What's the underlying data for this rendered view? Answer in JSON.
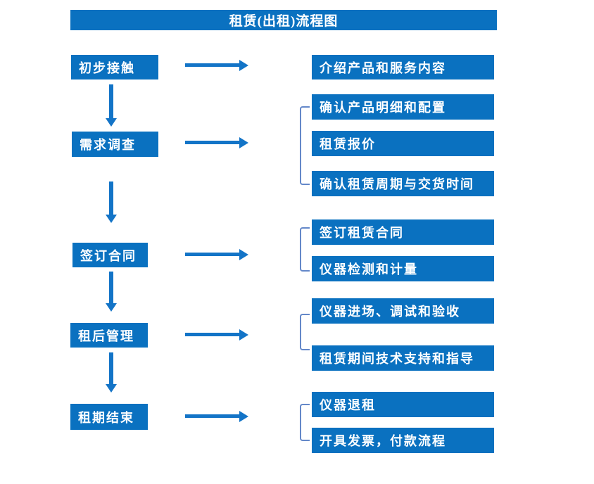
{
  "title": "租赁(出租)流程图",
  "colors": {
    "box_blue": "#0a71c0",
    "arrow_blue": "#1374c7",
    "bracket_blue": "#6488c9",
    "text_white": "#ffffff"
  },
  "steps": [
    {
      "label": "初步接触",
      "details": [
        "介绍产品和服务内容"
      ]
    },
    {
      "label": "需求调查",
      "details": [
        "确认产品明细和配置",
        "租赁报价",
        "确认租赁周期与交货时间"
      ]
    },
    {
      "label": "签订合同",
      "details": [
        "签订租赁合同",
        "仪器检测和计量"
      ]
    },
    {
      "label": "租后管理",
      "details": [
        "仪器进场、调试和验收",
        "租赁期间技术支持和指导"
      ]
    },
    {
      "label": "租期结束",
      "details": [
        "仪器退租",
        "开具发票，付款流程"
      ]
    }
  ]
}
